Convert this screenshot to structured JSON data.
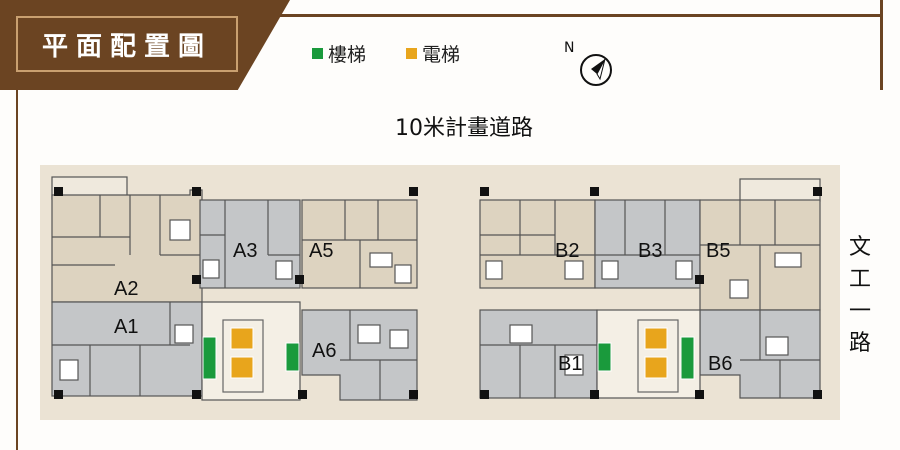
{
  "header": {
    "title": "平面配置圖"
  },
  "legend": {
    "stairs": {
      "label": "樓梯",
      "color": "#1a9a3c"
    },
    "elevator": {
      "label": "電梯",
      "color": "#e8a51c"
    }
  },
  "compass": {
    "label": "N"
  },
  "roads": {
    "top": "10米計畫道路",
    "side": "文工一路"
  },
  "units": {
    "a1": "A1",
    "a2": "A2",
    "a3": "A3",
    "a5": "A5",
    "a6": "A6",
    "b1": "B1",
    "b2": "B2",
    "b3": "B3",
    "b5": "B5",
    "b6": "B6"
  },
  "colors": {
    "banner": "#6b4422",
    "banner_border": "#c9a070",
    "unit_gray": "#c4c6c8",
    "unit_beige": "#ddd3c0",
    "site": "#ebe3d4"
  }
}
